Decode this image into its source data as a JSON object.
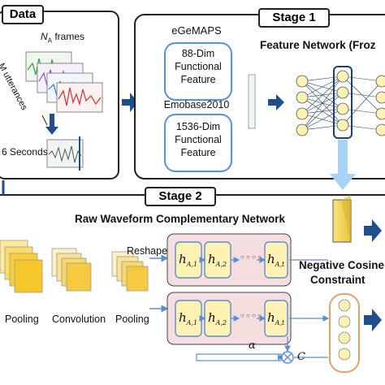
{
  "data_panel": {
    "label": "Data",
    "frames_label": "N",
    "frames_sub": "A",
    "frames_suffix": " frames",
    "utterances_label": "M utterances",
    "seconds_label": "6 Seconds"
  },
  "stage1": {
    "label": "Stage 1",
    "egemaps": "eGeMAPS",
    "feat88": [
      "88-Dim",
      "Functional",
      "Feature"
    ],
    "emobase": "Emobase2010",
    "feat1536": [
      "1536-Dim",
      "Functional",
      "Feature"
    ],
    "network_label": "Feature Network (Froz"
  },
  "stage2": {
    "label": "Stage 2",
    "network_label": "Raw Waveform Complementary Network",
    "reshape": "Reshape",
    "pooling1": "Pooling",
    "convolution": "Convolution",
    "pooling2": "Pooling",
    "row1": [
      "h",
      "A,1",
      "h",
      "A,2",
      "h",
      "A,t"
    ],
    "row2": [
      "h",
      "A,1",
      "h",
      "A,2",
      "h",
      "A,t"
    ],
    "dots": "○ ○ ○ ○",
    "alpha": "α",
    "c_label": "C",
    "constraint": [
      "Negative Cosine",
      "Constraint"
    ]
  },
  "colors": {
    "arrow": "#1f4e8c",
    "highlight": "#a9d3f5",
    "node_fill": "#fff2b3",
    "feature_fill": "#fff0a8",
    "red_box": "#f7dede"
  }
}
